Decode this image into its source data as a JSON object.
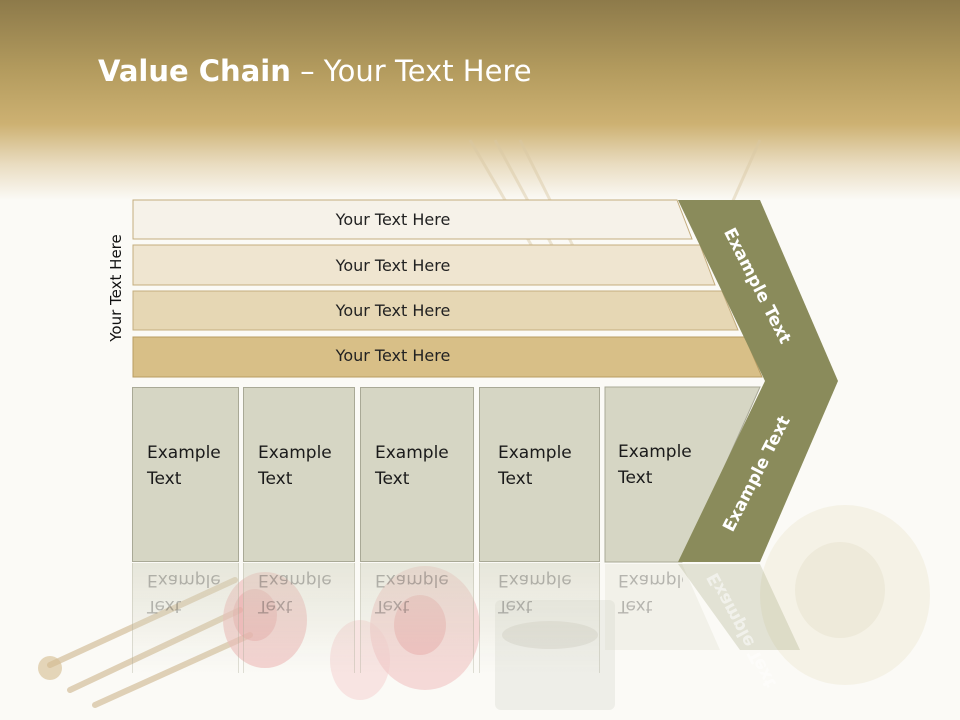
{
  "slide": {
    "title_bold": "Value Chain",
    "title_rest": " – Your Text Here",
    "vertical_label": "Your Text Here",
    "bands": [
      {
        "label": "Your Text Here",
        "fill": "#f6f2e9"
      },
      {
        "label": "Your Text Here",
        "fill": "#efe5d0"
      },
      {
        "label": "Your Text Here",
        "fill": "#e6d7b4"
      },
      {
        "label": "Your Text Here",
        "fill": "#d8bf87"
      }
    ],
    "columns": [
      {
        "line1": "Example",
        "line2": "Text"
      },
      {
        "line1": "Example",
        "line2": "Text"
      },
      {
        "line1": "Example",
        "line2": "Text"
      },
      {
        "line1": "Example",
        "line2": "Text"
      },
      {
        "line1": "Example",
        "line2": "Text"
      }
    ],
    "chevron_upper_label": "Example Text",
    "chevron_lower_label": "Example Text",
    "colors": {
      "chevron": "#8a8b5b",
      "column": "#d6d6c4",
      "header_gold": "#b39b5e"
    }
  }
}
